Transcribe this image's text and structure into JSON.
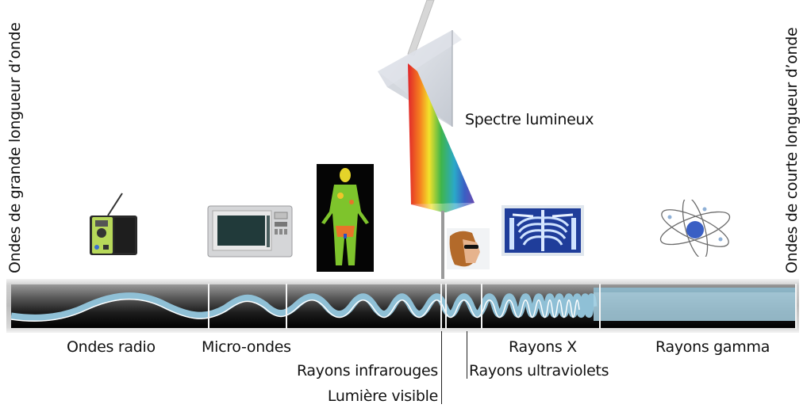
{
  "side_labels": {
    "left": "Ondes de grande longueur d’onde",
    "right": "Ondes de courte longueur d’onde"
  },
  "prism": {
    "label": "Spectre lumineux"
  },
  "bands": [
    {
      "id": "radio",
      "label": "Ondes radio",
      "icon": "radio-icon"
    },
    {
      "id": "microwave",
      "label": "Micro-ondes",
      "icon": "microwave-oven-icon"
    },
    {
      "id": "infrared",
      "label": "Rayons infrarouges",
      "icon": "thermal-body-image-icon"
    },
    {
      "id": "visible",
      "label": "Lumière visible",
      "icon": "prism-spectrum-icon"
    },
    {
      "id": "ultraviolet",
      "label": "Rayons ultraviolets",
      "icon": "sunglasses-face-icon"
    },
    {
      "id": "xray",
      "label": "Rayons X",
      "icon": "xray-ribcage-icon"
    },
    {
      "id": "gamma",
      "label": "Rayons gamma",
      "icon": "atom-icon"
    }
  ],
  "colors": {
    "wave": "#8fc0d6",
    "wave_edge": "#ffffff",
    "band_dark": "#000000",
    "text": "#111111"
  }
}
